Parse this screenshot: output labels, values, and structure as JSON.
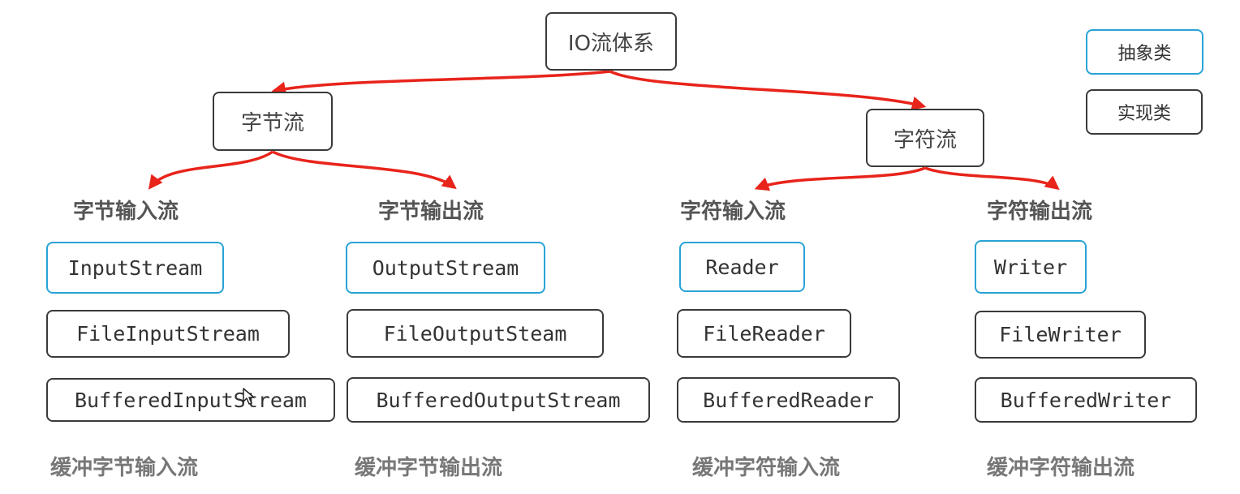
{
  "root": {
    "label": "IO流体系"
  },
  "branches": [
    {
      "label": "字节流",
      "groups": [
        {
          "category": "字节输入流",
          "abstract_class": "InputStream",
          "impl_class": "FileInputStream",
          "buffered_class": "BufferedInputStream",
          "caption": "缓冲字节输入流"
        },
        {
          "category": "字节输出流",
          "abstract_class": "OutputStream",
          "impl_class": "FileOutputSteam",
          "buffered_class": "BufferedOutputStream",
          "caption": "缓冲字节输出流"
        }
      ]
    },
    {
      "label": "字符流",
      "groups": [
        {
          "category": "字符输入流",
          "abstract_class": "Reader",
          "impl_class": "FileReader",
          "buffered_class": "BufferedReader",
          "caption": "缓冲字符输入流"
        },
        {
          "category": "字符输出流",
          "abstract_class": "Writer",
          "impl_class": "FileWriter",
          "buffered_class": "BufferedWriter",
          "caption": "缓冲字符输出流"
        }
      ]
    }
  ],
  "legend": {
    "abstract_label": "抽象类",
    "concrete_label": "实现类",
    "abstract_color": "#29a3d6",
    "concrete_color": "#3a3a3a"
  },
  "arrow_color": "#e8241b"
}
